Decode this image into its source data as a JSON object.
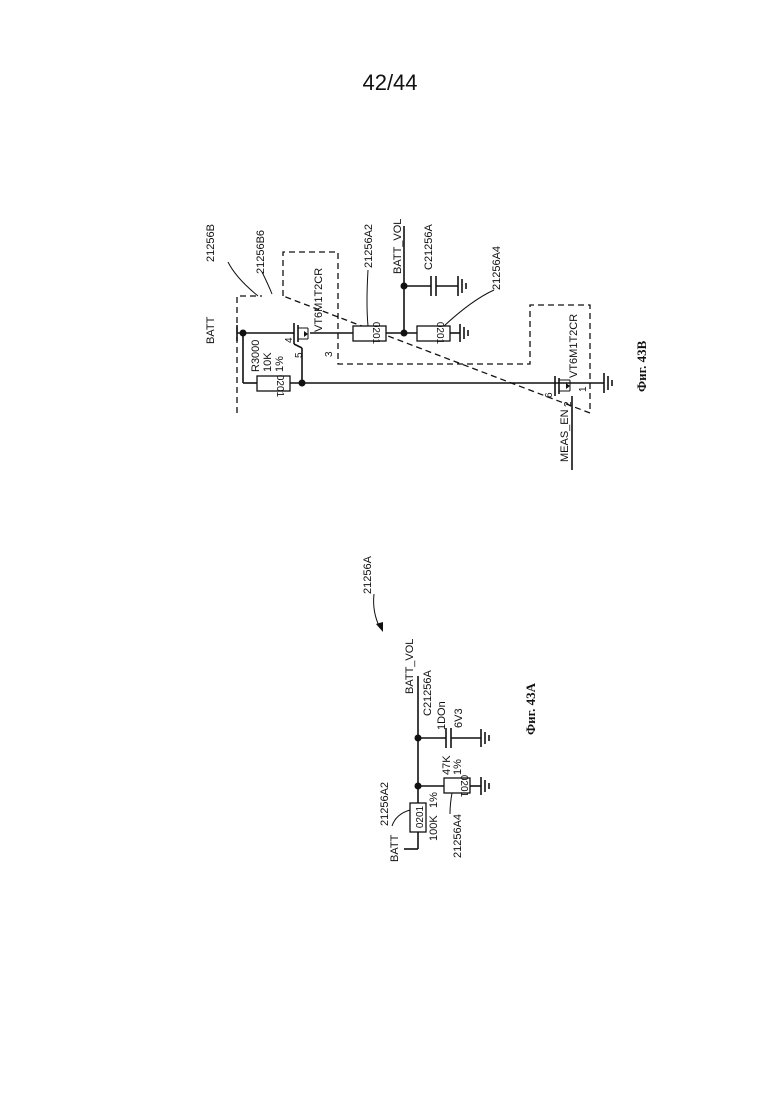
{
  "page_number": "42/44",
  "figure_b": {
    "caption": "Фиг. 43B",
    "block_ref": "21256B",
    "sub_block_ref": "21256B6",
    "batt_label": "BATT",
    "r3000": {
      "name": "R3000",
      "value": "10K",
      "tolerance": "1%",
      "package": "0201"
    },
    "q1": {
      "part": "VT6M1T2CR",
      "pin_a": "4",
      "pin_b": "5",
      "pin_c": "3"
    },
    "q2": {
      "part": "VT6M1T2CR",
      "pin_a": "6",
      "pin_b": "2",
      "pin_c": "1"
    },
    "r_a2": {
      "ref": "21256A2",
      "package": "0201"
    },
    "r_a4": {
      "ref": "21256A4",
      "package": "0201"
    },
    "cap_ref": "C21256A",
    "net_batt_vol": "BATT_VOL",
    "net_meas_en": "MEAS_EN"
  },
  "figure_a": {
    "caption": "Фиг. 43A",
    "block_ref": "21256A",
    "batt_label": "BATT",
    "r_a2": {
      "ref": "21256A2",
      "package": "0201",
      "value": "100K",
      "tolerance": "1%"
    },
    "r_a4": {
      "ref": "21256A4",
      "package": "0201",
      "value": "47K",
      "tolerance": "1%"
    },
    "cap": {
      "ref": "C21256A",
      "value": "1DOn",
      "voltage": "6V3"
    },
    "net_batt_vol": "BATT_VOL"
  }
}
